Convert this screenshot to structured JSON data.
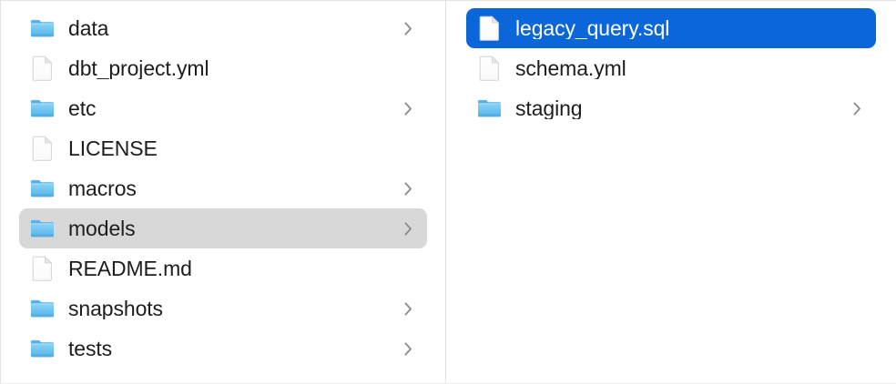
{
  "app": {
    "view": "column-view",
    "selection_color": "#0b66da",
    "focus_color": "#d8d8d8",
    "background": "#ffffff",
    "divider_color": "#e1e1e3",
    "text_color": "#1d1d1f",
    "selected_text_color": "#ffffff",
    "folder_icon_color": "#6dc2f0",
    "file_icon_color": "#fdfdfd",
    "chevron_color": "#8a8a8e"
  },
  "columns": [
    {
      "name": "project-root-column",
      "items": [
        {
          "label": "data",
          "kind": "folder",
          "icon": "folder-icon",
          "chevron": true,
          "state": "normal"
        },
        {
          "label": "dbt_project.yml",
          "kind": "file",
          "icon": "document-icon",
          "chevron": false,
          "state": "normal"
        },
        {
          "label": "etc",
          "kind": "folder",
          "icon": "folder-icon",
          "chevron": true,
          "state": "normal"
        },
        {
          "label": "LICENSE",
          "kind": "file",
          "icon": "document-icon",
          "chevron": false,
          "state": "normal"
        },
        {
          "label": "macros",
          "kind": "folder",
          "icon": "folder-icon",
          "chevron": true,
          "state": "normal"
        },
        {
          "label": "models",
          "kind": "folder",
          "icon": "folder-icon",
          "chevron": true,
          "state": "highlighted"
        },
        {
          "label": "README.md",
          "kind": "file",
          "icon": "document-icon",
          "chevron": false,
          "state": "normal"
        },
        {
          "label": "snapshots",
          "kind": "folder",
          "icon": "folder-icon",
          "chevron": true,
          "state": "normal"
        },
        {
          "label": "tests",
          "kind": "folder",
          "icon": "folder-icon",
          "chevron": true,
          "state": "normal"
        }
      ]
    },
    {
      "name": "models-column",
      "items": [
        {
          "label": "legacy_query.sql",
          "kind": "file",
          "icon": "document-icon",
          "chevron": false,
          "state": "selected"
        },
        {
          "label": "schema.yml",
          "kind": "file",
          "icon": "document-icon",
          "chevron": false,
          "state": "normal"
        },
        {
          "label": "staging",
          "kind": "folder",
          "icon": "folder-icon",
          "chevron": true,
          "state": "normal"
        }
      ]
    }
  ]
}
